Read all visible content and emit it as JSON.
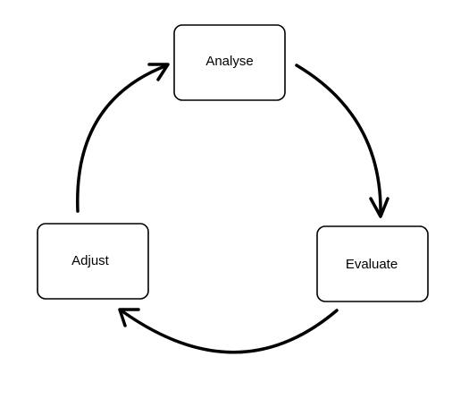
{
  "diagram": {
    "type": "cycle",
    "nodes": [
      {
        "id": "analyse",
        "label": "Analyse"
      },
      {
        "id": "evaluate",
        "label": "Evaluate"
      },
      {
        "id": "adjust",
        "label": "Adjust"
      }
    ],
    "edges": [
      {
        "from": "analyse",
        "to": "evaluate"
      },
      {
        "from": "evaluate",
        "to": "adjust"
      },
      {
        "from": "adjust",
        "to": "analyse"
      }
    ],
    "colors": {
      "stroke": "#000000",
      "fill": "#ffffff",
      "text": "#000000"
    }
  }
}
